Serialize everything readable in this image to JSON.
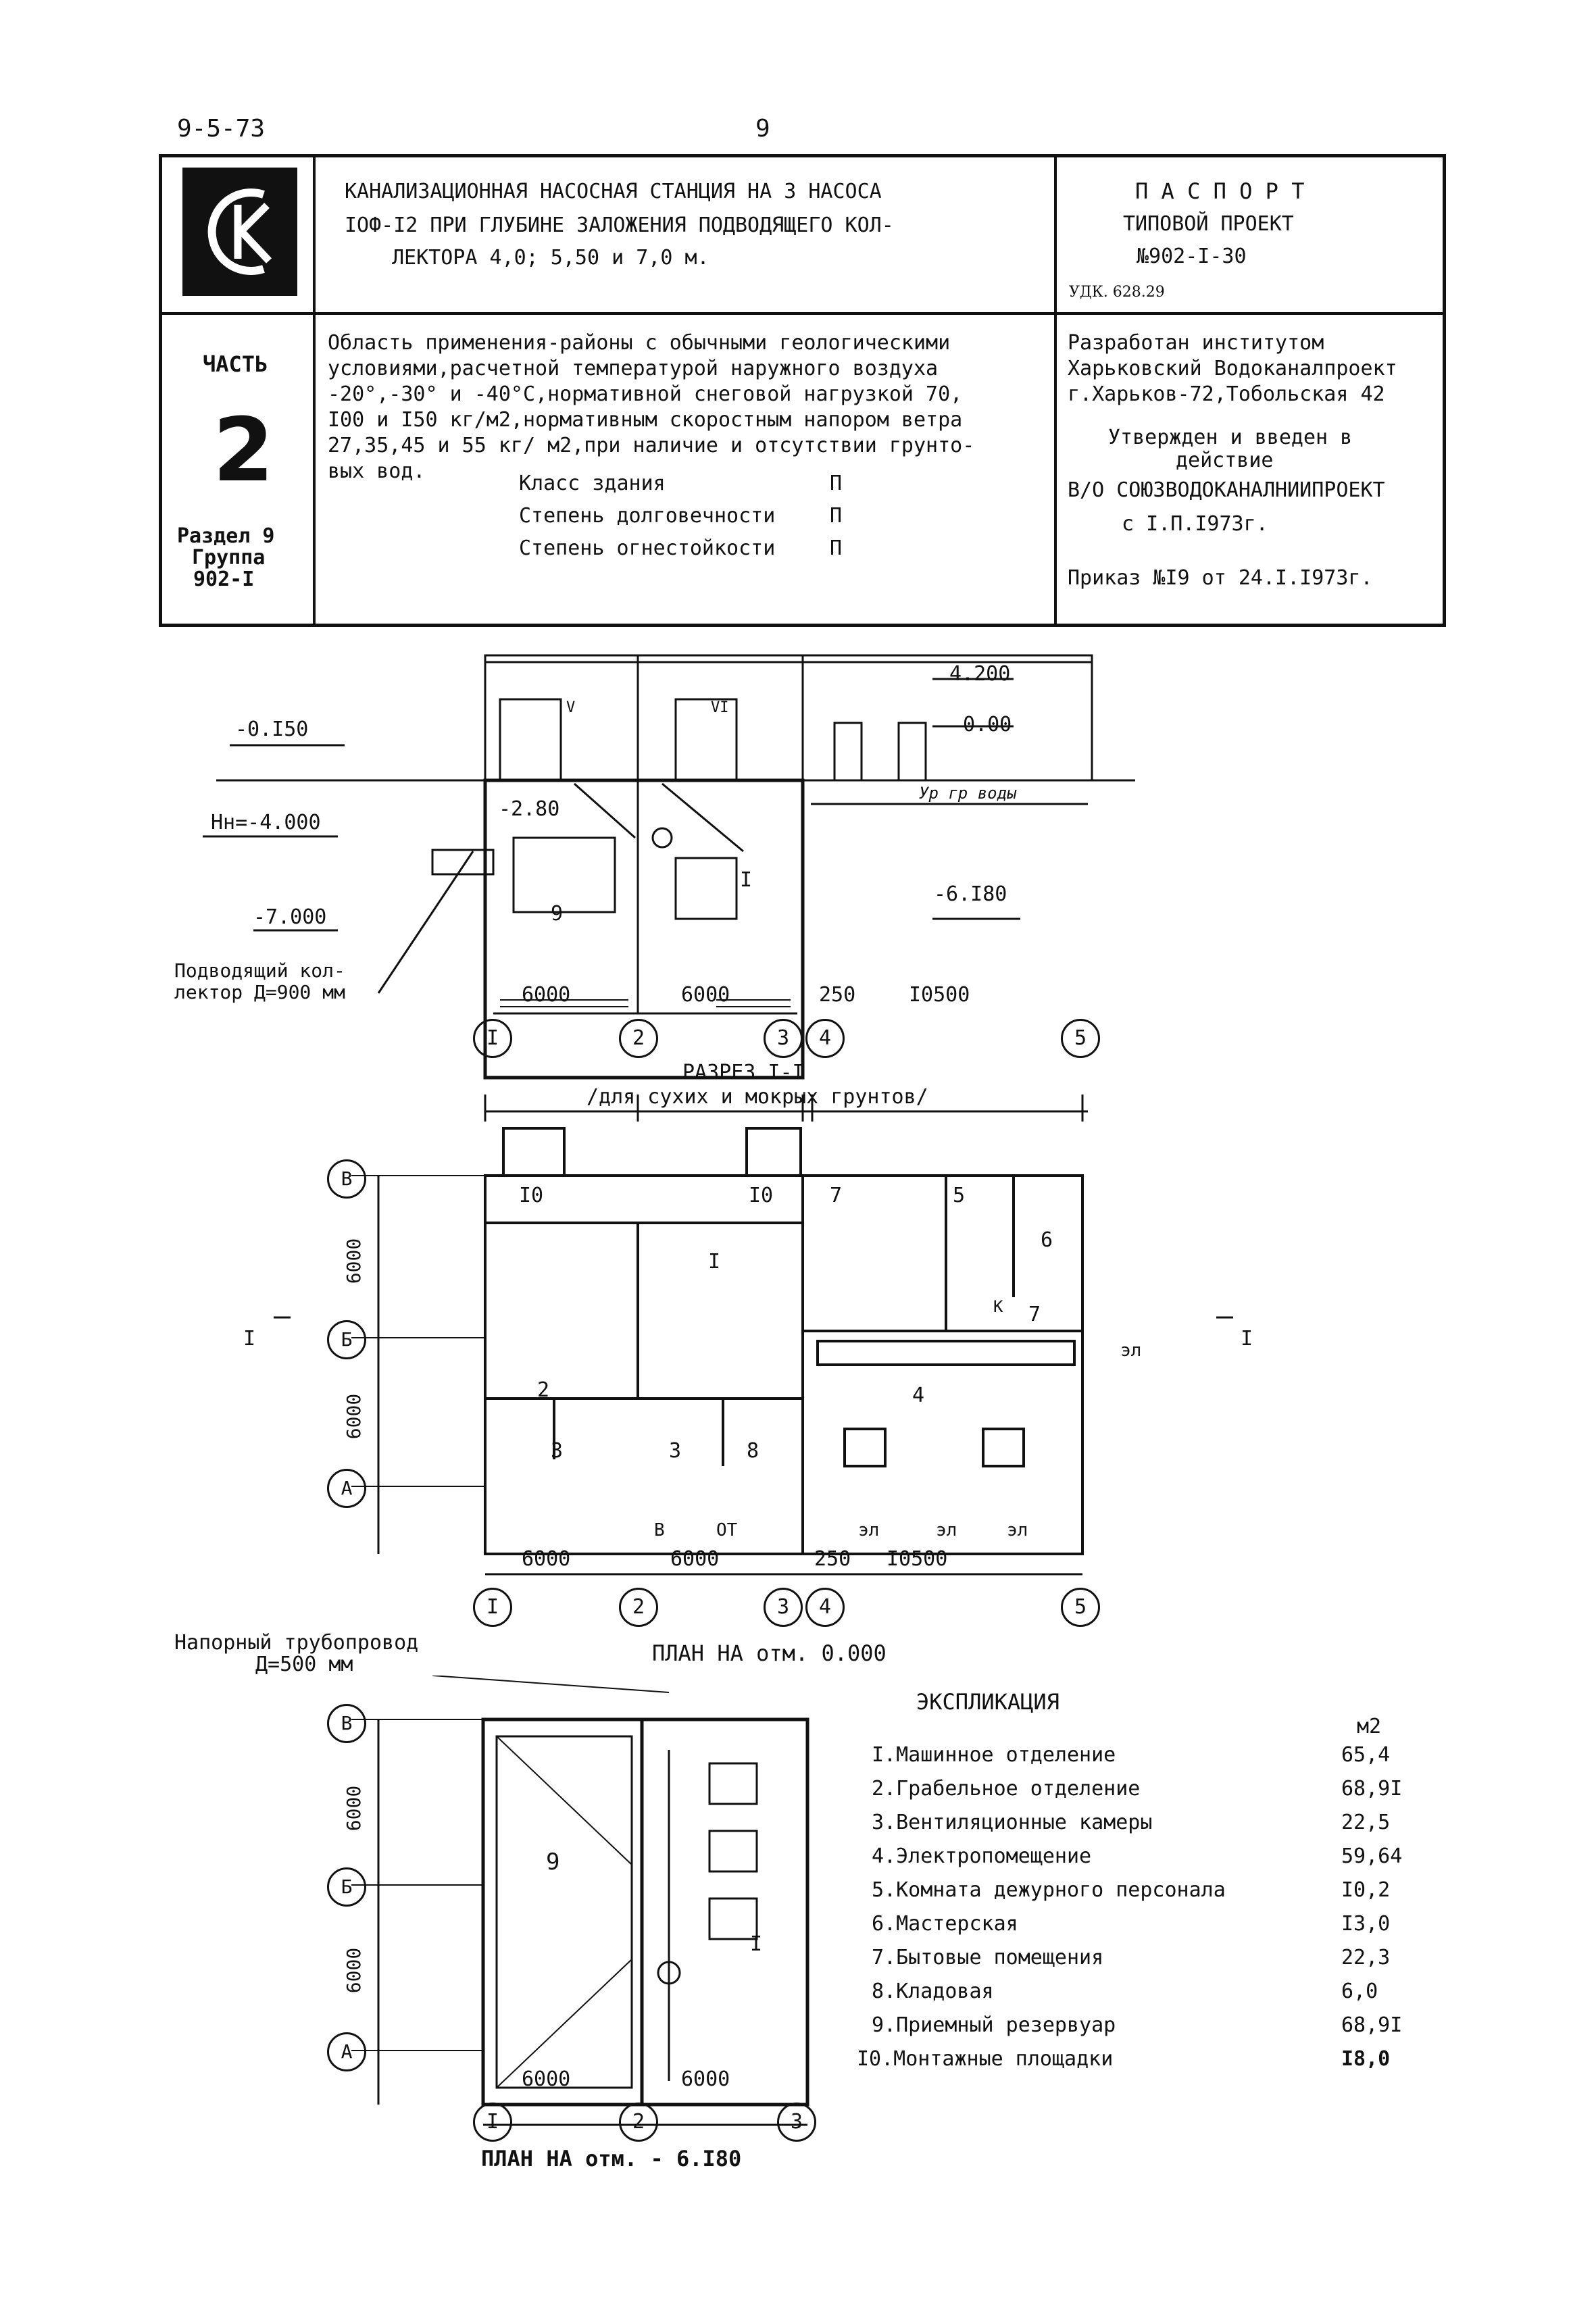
{
  "page": {
    "doc_code": "9-5-73",
    "page_number": "9"
  },
  "header": {
    "title_lines": [
      "КАНАЛИЗАЦИОННАЯ НАСОСНАЯ СТАНЦИЯ НА 3 НАСОСА",
      "IОФ-I2 ПРИ ГЛУБИНЕ ЗАЛОЖЕНИЯ ПОДВОДЯЩЕГО КОЛ-",
      "ЛЕКТОРА 4,0; 5,50 и 7,0 м."
    ],
    "passport": "П А С П О Р Т",
    "project_type": "ТИПОВОЙ ПРОЕКТ",
    "project_no": "№902-I-30",
    "udk": "УДК. 628.29",
    "part_label": "ЧАСТЬ",
    "part_number": "2",
    "section_lines": [
      "Раздел 9",
      "Группа",
      "902-I"
    ],
    "scope_lines": [
      "Область применения-районы с обычными геологическими",
      "условиями,расчетной температурой наружного воздуха",
      "-20°,-30° и -40°С,нормативной снеговой нагрузкой 70,",
      "I00 и I50 кг/м2,нормативным скоростным напором ветра",
      "27,35,45 и 55 кг/ м2,при наличие и отсутствии грунто-",
      "вых вод."
    ],
    "classes": [
      {
        "label": "Класс здания",
        "value": "П"
      },
      {
        "label": "Степень долговечности",
        "value": "П"
      },
      {
        "label": "Степень огнестойкости",
        "value": "П"
      }
    ],
    "developer_lines": [
      "Разработан институтом",
      "Харьковский Водоканалпроект",
      "г.Харьков-72,Тобольская 42"
    ],
    "approved_lines": [
      "Утвержден и введен в",
      "действие",
      "В/О СОЮЗВОДОКАНАЛНИИПРОЕКТ",
      "с I.П.I973г."
    ],
    "order": "Приказ №I9 от 24.I.I973г."
  },
  "section_drawing": {
    "elevations": [
      "4.200",
      "0.00",
      "-0.I50",
      "Нн=-4.000",
      "-2.80",
      "-7.000",
      "-6.I80"
    ],
    "gw_label": "Ур гр воды",
    "collector_label": [
      "Подводящий кол-",
      "лектор Д=900 мм"
    ],
    "room_marks": [
      "9",
      "I",
      "V",
      "VI"
    ],
    "dims": [
      "6000",
      "6000",
      "250",
      "I0500"
    ],
    "axes": [
      "I",
      "2",
      "3",
      "4",
      "5"
    ],
    "caption": [
      "РАЗРЕЗ I-I",
      "/для сухих и мокрых грунтов/"
    ]
  },
  "plan_zero": {
    "row_axes": [
      "В",
      "Б",
      "А"
    ],
    "col_axes": [
      "I",
      "2",
      "3",
      "4",
      "5"
    ],
    "side_dims": [
      "6000",
      "6000"
    ],
    "bottom_dims": [
      "6000",
      "6000",
      "250",
      "I0500"
    ],
    "room_labels": [
      "I0",
      "I0",
      "I",
      "2",
      "3",
      "3",
      "8",
      "7",
      "5",
      "6",
      "К",
      "7",
      "4"
    ],
    "other_labels": [
      "эл",
      "эл",
      "эл",
      "эл",
      "В",
      "ОТ"
    ],
    "cut_marks": [
      "I",
      "I"
    ],
    "caption": "ПЛАН НА отм.  0.000"
  },
  "plan_lower": {
    "pipe_label": [
      "Напорный трубопровод",
      "Д=500 мм"
    ],
    "row_axes": [
      "В",
      "Б",
      "А"
    ],
    "col_axes": [
      "I",
      "2",
      "3"
    ],
    "side_dims": [
      "6000",
      "6000"
    ],
    "bottom_dims": [
      "6000",
      "6000"
    ],
    "room_labels": [
      "9",
      "I"
    ],
    "caption": "ПЛАН НА отм. - 6.I80"
  },
  "legend": {
    "title": "ЭКСПЛИКАЦИЯ",
    "unit": "м2",
    "items": [
      {
        "name": "I.Машинное отделение",
        "value": "65,4"
      },
      {
        "name": "2.Грабельное отделение",
        "value": "68,9I"
      },
      {
        "name": "3.Вентиляционные камеры",
        "value": "22,5"
      },
      {
        "name": "4.Электропомещение",
        "value": "59,64"
      },
      {
        "name": "5.Комната дежурного персонала",
        "value": "I0,2"
      },
      {
        "name": "6.Мастерская",
        "value": "I3,0"
      },
      {
        "name": "7.Бытовые помещения",
        "value": "22,3"
      },
      {
        "name": "8.Кладовая",
        "value": "6,0"
      },
      {
        "name": "9.Приемный резервуар",
        "value": "68,9I"
      },
      {
        "name": "I0.Монтажные площадки",
        "value": "I8,0"
      }
    ]
  }
}
